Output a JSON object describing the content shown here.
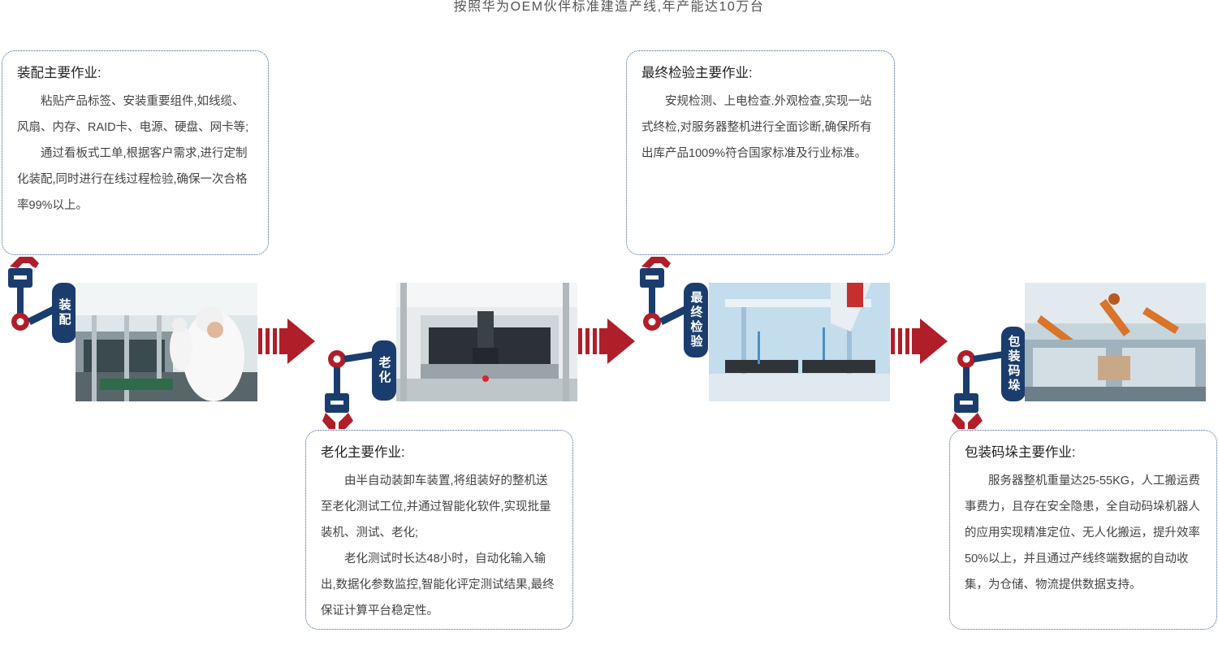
{
  "header": {
    "subtitle": "按照华为OEM伙伴标准建造产线,年产能达10万台"
  },
  "stages": [
    {
      "tag": "装配",
      "title": "装配主要作业:",
      "paragraphs": [
        "粘贴产品标签、安装重要组件,如线缆、风扇、内存、RAID卡、电源、硬盘、网卡等;",
        "通过看板式工单,根据客户需求,进行定制化装配,同时进行在线过程检验,确保一次合格率99%以上。"
      ]
    },
    {
      "tag": "老化",
      "title": "老化主要作业:",
      "paragraphs": [
        "由半自动装卸车装置,将组装好的整机送至老化测试工位,并通过智能化软件,实现批量装机、测试、老化;",
        "老化测试时长达48小时，自动化输入输出,数据化参数监控,智能化评定测试结果,最终保证计算平台稳定性。"
      ]
    },
    {
      "tag": "最终检验",
      "title": "最终检验主要作业:",
      "paragraphs": [
        "安规检测、上电检查.外观检查,实现一站式终检,对服务器整机进行全面诊断,确保所有出库产品1009%符合国家标准及行业标准。"
      ]
    },
    {
      "tag": "包装码垛",
      "title": "包装码垛主要作业:",
      "paragraphs": [
        "服务器整机重量达25-55KG，人工搬运费事费力，且存在安全隐患，全自动码垛机器人的应用实现精准定位、无人化搬运，提升效率50%以上，并且通过产线终端数据的自动收集，为仓储、物流提供数据支持。"
      ]
    }
  ],
  "colors": {
    "navy": "#1b3d6e",
    "red": "#b01e2a",
    "border": "#3f5f8f"
  }
}
